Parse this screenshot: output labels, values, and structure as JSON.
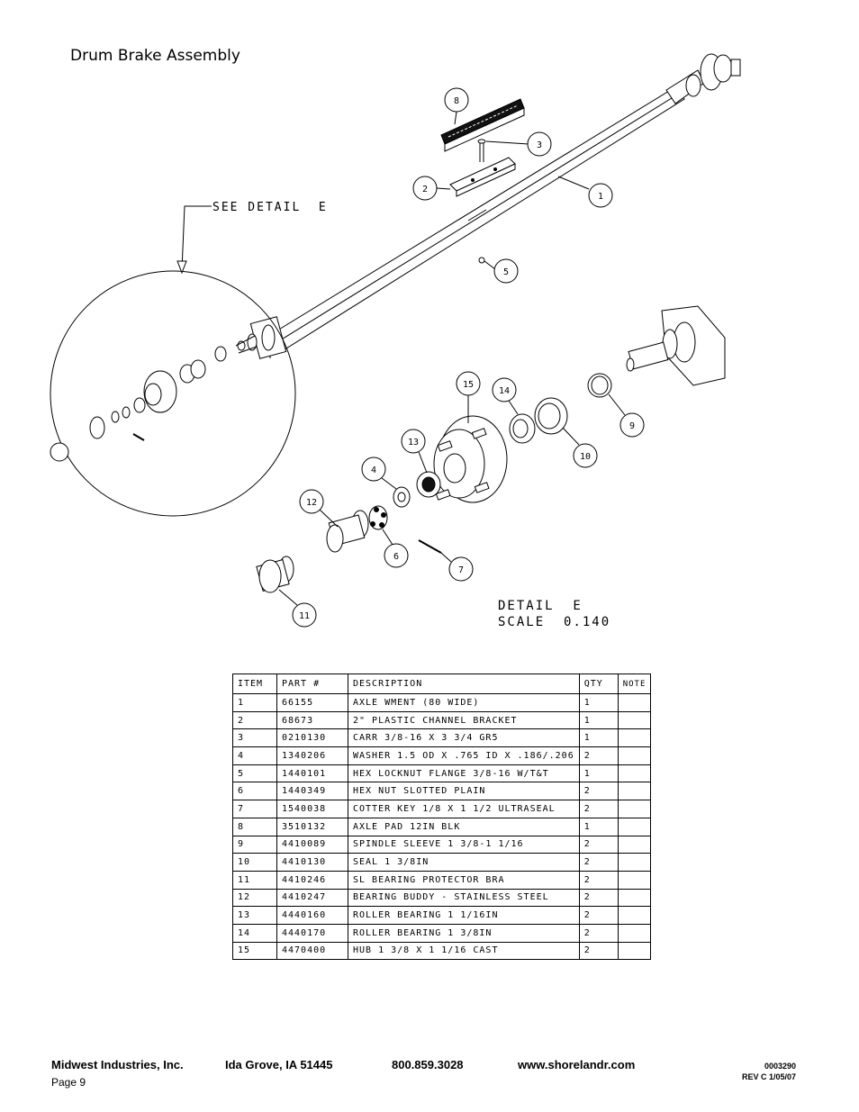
{
  "page": {
    "title": "Drum Brake Assembly",
    "see_detail": "SEE DETAIL  E",
    "detail_label": "DETAIL  E",
    "detail_scale": "SCALE  0.140"
  },
  "balloons": [
    "8",
    "3",
    "2",
    "1",
    "5",
    "15",
    "14",
    "13",
    "4",
    "12",
    "6",
    "7",
    "11",
    "10",
    "9"
  ],
  "table": {
    "headers": [
      "ITEM",
      "PART #",
      "DESCRIPTION",
      "QTY",
      "NOTE"
    ],
    "rows": [
      [
        "1",
        "66155",
        "AXLE WMENT (80 WIDE)",
        "1",
        ""
      ],
      [
        "2",
        "68673",
        "2\" PLASTIC CHANNEL BRACKET",
        "1",
        ""
      ],
      [
        "3",
        "0210130",
        "CARR 3/8-16 X 3 3/4 GR5",
        "1",
        ""
      ],
      [
        "4",
        "1340206",
        "WASHER 1.5 OD X .765 ID X .186/.206",
        "2",
        ""
      ],
      [
        "5",
        "1440101",
        "HEX LOCKNUT FLANGE 3/8-16 W/T&T",
        "1",
        ""
      ],
      [
        "6",
        "1440349",
        "HEX NUT SLOTTED PLAIN",
        "2",
        ""
      ],
      [
        "7",
        "1540038",
        "COTTER KEY 1/8 X 1 1/2 ULTRASEAL",
        "2",
        ""
      ],
      [
        "8",
        "3510132",
        "AXLE PAD 12IN  BLK",
        "1",
        ""
      ],
      [
        "9",
        "4410089",
        "SPINDLE SLEEVE  1 3/8-1 1/16",
        "2",
        ""
      ],
      [
        "10",
        "4410130",
        "SEAL  1 3/8IN",
        "2",
        ""
      ],
      [
        "11",
        "4410246",
        "SL BEARING PROTECTOR BRA",
        "2",
        ""
      ],
      [
        "12",
        "4410247",
        "BEARING BUDDY - STAINLESS STEEL",
        "2",
        ""
      ],
      [
        "13",
        "4440160",
        "ROLLER BEARING   1 1/16IN",
        "2",
        ""
      ],
      [
        "14",
        "4440170",
        "ROLLER BEARING   1 3/8IN",
        "2",
        ""
      ],
      [
        "15",
        "4470400",
        "HUB  1 3/8 X 1 1/16 CAST",
        "2",
        ""
      ]
    ]
  },
  "footer": {
    "company": "Midwest Industries, Inc.",
    "location": "Ida Grove, IA  51445",
    "phone": "800.859.3028",
    "website": "www.shorelandr.com",
    "page": "Page 9",
    "doc_number": "0003290",
    "revision": "REV  C  1/05/07"
  }
}
